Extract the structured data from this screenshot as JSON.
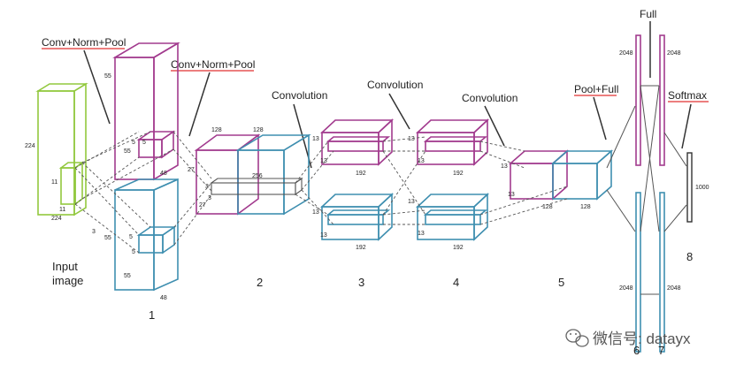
{
  "stage_labels": {
    "conv_norm_pool_1": "Conv+Norm+Pool",
    "conv_norm_pool_2": "Conv+Norm+Pool",
    "convolution_3": "Convolution",
    "convolution_4": "Convolution",
    "convolution_5": "Convolution",
    "pool_full": "Pool+Full",
    "full": "Full",
    "softmax": "Softmax"
  },
  "input": {
    "label_line1": "Input",
    "label_line2": "image",
    "height": "224",
    "width": "224",
    "depth": "3",
    "kernel_a": "11",
    "kernel_b": "11"
  },
  "layer1": {
    "number": "1",
    "size": "55",
    "size_b": "55",
    "size_c": "55",
    "kernel_a": "5",
    "kernel_b": "5",
    "kernel_c": "5",
    "kernel_d": "5",
    "depth": "48",
    "depth_b": "48",
    "size_d": "55"
  },
  "layer2": {
    "number": "2",
    "depth_a": "128",
    "depth_b": "128",
    "size": "27",
    "size_b": "27",
    "kernel_a": "3",
    "kernel_b": "3",
    "width": "256"
  },
  "layer3": {
    "number": "3",
    "size_a": "13",
    "size_b": "13",
    "size_c": "13",
    "size_d": "13",
    "depth_a": "192",
    "depth_b": "192"
  },
  "layer4": {
    "number": "4",
    "size_a": "13",
    "size_b": "13",
    "size_c": "13",
    "size_d": "13",
    "depth_a": "192",
    "depth_b": "192"
  },
  "layer5": {
    "number": "5",
    "size": "13",
    "size_b": "13",
    "depth_a": "128",
    "depth_b": "128"
  },
  "fc": {
    "number_6": "6",
    "number_7": "7",
    "number_8": "8",
    "top_left": "2048",
    "top_right": "2048",
    "bottom_left": "2048",
    "bottom_right": "2048",
    "output": "1000"
  },
  "watermark": "微信号: datayx",
  "colors": {
    "input": "#92c83e",
    "top_stream": "#a23b8e",
    "bottom_stream": "#3f8fb0",
    "output": "#333333",
    "underline": "#e03030"
  },
  "icons": {
    "watermark": "wechat-icon"
  }
}
